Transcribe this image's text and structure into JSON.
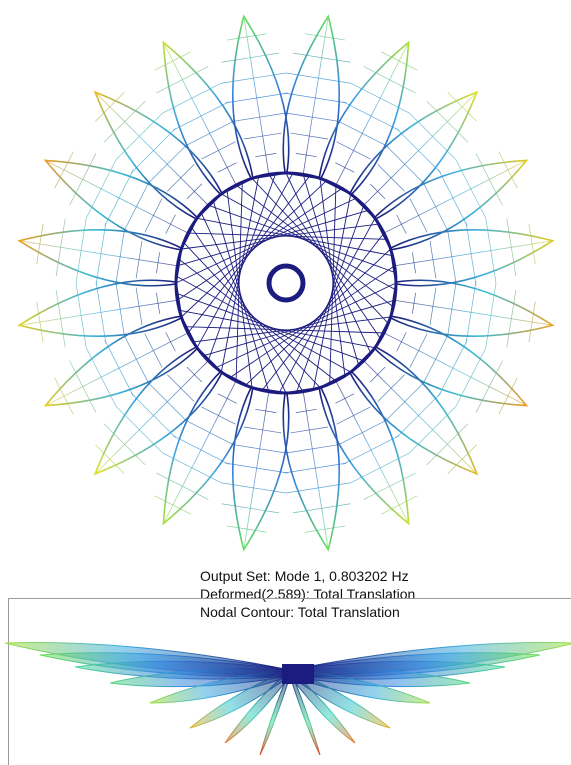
{
  "caption": {
    "output_set": "Output Set: Mode 1, 0.803202 Hz",
    "deformed": "Deformed(2.589): Total Translation",
    "contour": "Nodal Contour: Total Translation"
  },
  "model": {
    "petal_count": 20,
    "colormap": [
      "#1a1a7a",
      "#2a40c0",
      "#3aa0e8",
      "#3ad6c8",
      "#6ee04a",
      "#e0e020",
      "#f08020",
      "#e02020"
    ],
    "background": "#ffffff",
    "ring_color": "#1c1c80",
    "grid_color": "#9a9a9a"
  }
}
